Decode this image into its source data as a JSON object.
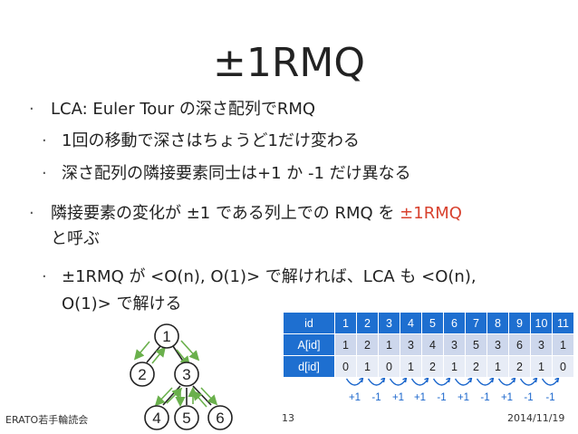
{
  "slide": {
    "title": "±1RMQ",
    "bullets": [
      {
        "level": 1,
        "text": "LCA: Euler Tour の深さ配列でRMQ"
      },
      {
        "level": 2,
        "text": "1回の移動で深さはちょうど1だけ変わる"
      },
      {
        "level": 2,
        "text": "深さ配列の隣接要素同士は+1 か -1 だけ異なる"
      },
      {
        "level": 1,
        "text_before": "隣接要素の変化が ±1 である列上での RMQ を ",
        "accent": "±1RMQ",
        "text_line2": "と呼ぶ"
      },
      {
        "level": 2,
        "text": "±1RMQ が <O(n), O(1)> で解ければ、LCA も <O(n),",
        "text_line2": "O(1)> で解ける"
      }
    ],
    "footer_left": "ERATO若手輪読会",
    "page_number": "13",
    "footer_right": "2014/11/19"
  },
  "tree": {
    "nodes": [
      "1",
      "2",
      "3",
      "4",
      "5",
      "6"
    ]
  },
  "table": {
    "headers": [
      "id",
      "A[id]",
      "d[id]"
    ],
    "ids": [
      "1",
      "2",
      "3",
      "4",
      "5",
      "6",
      "7",
      "8",
      "9",
      "10",
      "11"
    ],
    "A": [
      "1",
      "2",
      "1",
      "3",
      "4",
      "3",
      "5",
      "3",
      "6",
      "3",
      "1"
    ],
    "d": [
      "0",
      "1",
      "0",
      "1",
      "2",
      "1",
      "2",
      "1",
      "2",
      "1",
      "0"
    ]
  },
  "diffs": [
    "+1",
    "-1",
    "+1",
    "+1",
    "-1",
    "+1",
    "-1",
    "+1",
    "-1",
    "-1"
  ],
  "colors": {
    "accent": "#d8412e",
    "header_blue": "#1e6fd0",
    "arrow_green": "#6ab04c",
    "diff_blue": "#1a66cc"
  }
}
